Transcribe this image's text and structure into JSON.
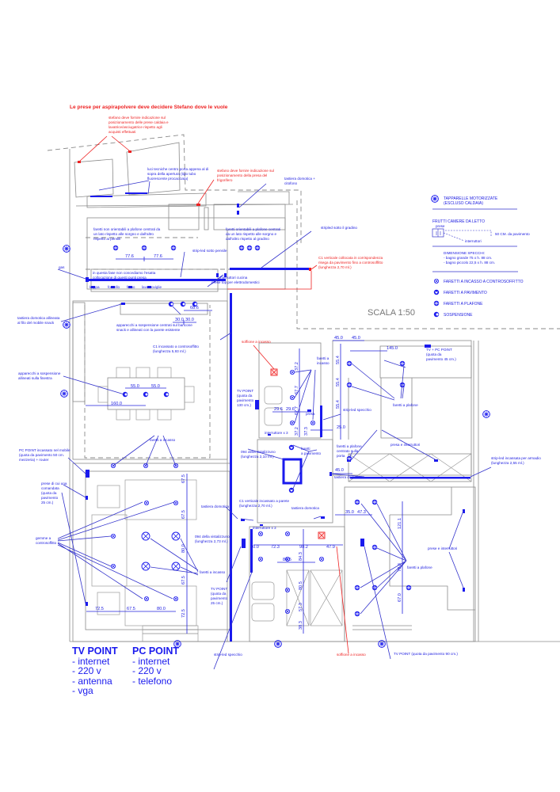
{
  "title": "Le prese per aspirapolvere deve decidere Stefano dove le vuole",
  "scale_label": "SCALA 1:50",
  "colors": {
    "annotation": "#1a1ae0",
    "warning": "#ee2222",
    "walls": "#8a8a8a"
  },
  "notes_red": {
    "laundry": [
      "stefano deve fornire indicazione sul",
      "posizionamento delle prese caldaia e",
      "lavatrice/asciugatrice rispetto agli",
      "acquisti effettuati"
    ],
    "fridge": [
      "stefano deve fornire indicazione sul",
      "posizionamento della presa del",
      "frigorifero"
    ],
    "c1_vertical": [
      "C1 verticale collocata in corrispondenza",
      "risega da pavimento fino a controsoffitto",
      "(lunghezza 2,70 ml.)"
    ],
    "soffione_1": "soffione a incasso",
    "soffione_2": "soffione a incasso"
  },
  "notes_blue": {
    "luci_tecniche": [
      "luci tecniche centro porta appena al di",
      "sopra della apertura (tipo tubo",
      "fluorescente procacciata)"
    ],
    "tastiera_citofono": [
      "tastiera domotica +",
      "citofono"
    ],
    "faretti_non_orientabili": [
      "faretti non orientabili a plafone centrati da",
      "un lato rispetto alle sorgno e dall'altro",
      "rispetto ai pensili"
    ],
    "faretti_orientabili": [
      "faretti orientabili a plafone centrati",
      "da un lato rispetto alle sorgno e",
      "dall'altro rispetto al gradino"
    ],
    "stripled_gradino": "stripled sotto il gradino",
    "stripled_pensile": "strip-led sotto pensile",
    "gas": "gas",
    "fase_note": [
      "in questa fase non concediamo l'esatta",
      "collocazione di questi punti presa"
    ],
    "kitchen_outlets": [
      "kappa",
      "fornello",
      "forno",
      "lavastoviglie"
    ],
    "interruttori_cucina": "interruttori cucina",
    "prese_top": "prese top per elettrodomestici",
    "tastiera_snack": [
      "tastiera domotica allineata",
      "al filo del mobile snack"
    ],
    "apparecchi_bancone": [
      "apparecchi a sospensione centrati sul bancone",
      "snack e allineati con la parete esistente"
    ],
    "c1_incassato": [
      "C1 incassato a controsoffitto",
      "(lunghezza 5,93 ml.)"
    ],
    "apparecchi_finestra": [
      "apparecchi a sospensione",
      "allineati sulla finestra"
    ],
    "pc_point_mobile": [
      "PC POINT incassato nel mobile",
      "(quota da pavimento 50 cm.",
      "mezzeria) + router"
    ],
    "faretti_incasso_1": "faretti a incasso",
    "prese_comandata": [
      "prese di cui una",
      "comandata",
      "(quota da",
      "pavimento",
      "25 cm.)"
    ],
    "gemme": [
      "gemme a",
      "controsoffitto"
    ],
    "tastiera_domotica_1": "tastiera domotica",
    "tastiera_domotica_2": "tastiera domotica",
    "tastiera_domotica_3": "tastiera domotica",
    "c1_parete": [
      "C1 verticale incassato a parete",
      "(lunghezza 2,70 ml.)"
    ],
    "vasistas_273": [
      "094 della vistalizzuno",
      "(lunghezza 2,73 ml.)"
    ],
    "vasistas_210": [
      "094 della vistalizzuno",
      "(lunghezza 2,10 ml.)"
    ],
    "faretti_incasso_2": "faretti a incasso",
    "tv_point_25": [
      "TV POINT",
      "(quota da",
      "pavimento",
      "25 cm.)"
    ],
    "tv_point_130": [
      "TV POINT",
      "(quota da",
      "pavimento",
      "130 cm.)"
    ],
    "faretti_incasso_bagno": [
      "faretti a",
      "incasso"
    ],
    "presa": "presa",
    "strip_specchio_1": "strip-led specchio",
    "strip_specchio_2": "strip-led specchio",
    "interruttore_x3_1": "interruttore x 3",
    "interruttore_x3_2": "interruttore x 3",
    "faretti_pavimento": [
      "faretti",
      "a pavimento"
    ],
    "faretti_plafone_porta": [
      "faretti a plafone",
      "centrato sulla",
      "porta"
    ],
    "tv_pc_point": [
      "TV + PC POINT",
      "(quota da",
      "pavimento 45 cm.)"
    ],
    "faretti_plafone_1": "faretti a plafone",
    "faretti_plafone_2": "faretti a plafone",
    "presa_interruttori_1": "presa e interruttori",
    "presa_interruttori_2": "prese e interruttori",
    "strip_armadio": [
      "strip-led incassata per armadio",
      "(lunghezza 2,55 ml.)"
    ],
    "tv_point_90": "TV POINT (quota da pavimento 90 cm.)"
  },
  "dimensions": {
    "kitchen": [
      "77.6",
      "77.6"
    ],
    "snack": [
      "68.6",
      "30.0",
      "30.0"
    ],
    "dining": [
      "55.0",
      "55.0",
      "160.0"
    ],
    "bath1": [
      "37.2",
      "67.7",
      "67.7",
      "37.2",
      "37.3",
      "29.6",
      "29.6",
      "25.0"
    ],
    "bedroom1": [
      "45.0",
      "45.0",
      "145.0",
      "55.4",
      "55.4",
      "55.4",
      "45.0"
    ],
    "living": [
      "67.5",
      "67.5",
      "80.0",
      "67.5",
      "72.5",
      "72.5",
      "67.5",
      "80.0"
    ],
    "bath2": [
      "30.0",
      "72.3",
      "90.2",
      "47.9",
      "84.5",
      "84.3",
      "80.5",
      "57.3",
      "38.3"
    ],
    "bedroom2": [
      "35.0",
      "47.3",
      "121.1",
      "78.8",
      "67.0"
    ]
  },
  "legend": {
    "tapparelle": [
      "TAPPARELLE MOTORIZZATE",
      "(ESCLUSO CALDAIA)"
    ],
    "frutti_title": "FRUTTI CAMERE DA LETTO",
    "frutti_prese": "prese",
    "frutti_interruttori": "interruttori",
    "frutti_quota": "50 CM. da pavimento",
    "specchi_title": "DIMENSIONE SPECCHI:",
    "specchi_lines": [
      "- bagno grande 75 x h. 88 cm.",
      "- bagno piccolo 22,5 x h. 88 cm."
    ],
    "symbols": [
      {
        "icon": "recessed-spotlight-icon",
        "label": "FARETTI A INCASSO A CONTROSOFFITTO"
      },
      {
        "icon": "floor-spotlight-icon",
        "label": "FARETTI A PAVIMENTO"
      },
      {
        "icon": "ceiling-spotlight-icon",
        "label": "FARETTI A PLAFONE"
      },
      {
        "icon": "pendant-light-icon",
        "label": "SOSPENSIONE"
      }
    ]
  },
  "points": {
    "tv": {
      "title": "TV POINT",
      "items": [
        "- internet",
        "- 220 v",
        "- antenna",
        "- vga"
      ]
    },
    "pc": {
      "title": "PC POINT",
      "items": [
        "- internet",
        "- 220 v",
        "- telefono"
      ]
    }
  }
}
